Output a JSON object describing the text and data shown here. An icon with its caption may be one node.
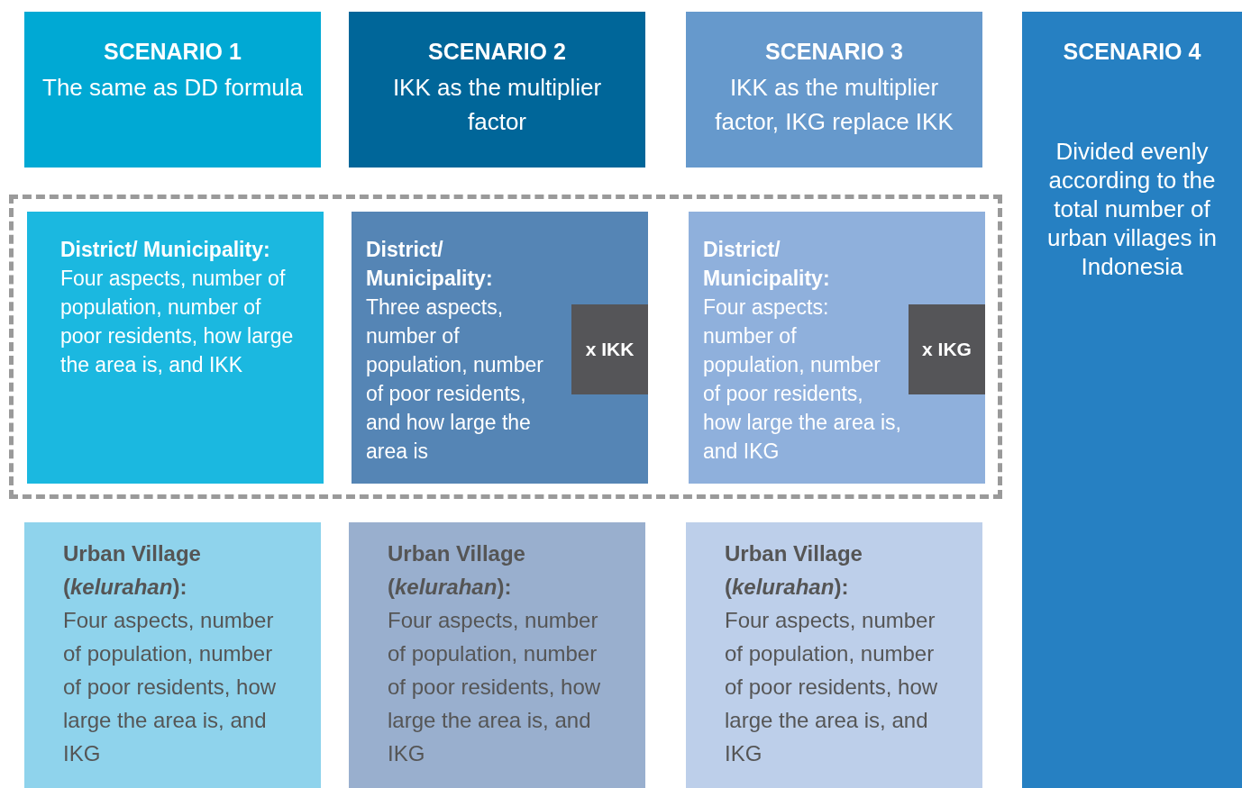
{
  "diagram": {
    "nodes": [
      {
        "text": [
          "SCENARIO 1",
          "The same as DD formula"
        ]
      },
      {
        "text": [
          "SCENARIO 2",
          "IKK as the multiplier factor"
        ]
      },
      {
        "text": [
          "SCENARIO 3",
          "IKK as the multiplier factor, IKG replace IKK"
        ]
      },
      {
        "text": [
          "SCENARIO 4",
          "Divided evenly according to the total number of urban villages in Indonesia"
        ]
      },
      {
        "text": [],
        "shape": "box"
      },
      {
        "text": [
          "District/ Municipality:",
          "Four aspects, number of population, number of poor residents, how large the area is, and IKK"
        ],
        "in": 4
      },
      {
        "text": [
          "District/ Municipality:",
          "Three aspects, number of population, number of poor residents, and how large the area is"
        ],
        "in": 4
      },
      {
        "text": [
          "x IKK"
        ],
        "in": 6
      },
      {
        "text": [
          "District/ Municipality:",
          "Four aspects: number of population, number of poor residents, how large the area is, and IKG"
        ],
        "in": 4
      },
      {
        "text": [
          "x IKG"
        ],
        "in": 8
      },
      {
        "text": [
          "Urban Village (*kelurahan*):",
          "Four aspects, number of population, number of poor residents, how large the area is, and IKG"
        ]
      },
      {
        "text": [
          "Urban Village (*kelurahan*):",
          "Four aspects, number of population, number of poor residents, how large the area is, and IKG"
        ]
      },
      {
        "text": [
          "Urban Village (*kelurahan*):",
          "Four aspects, number of population, number of poor residents, how large the area is, and IKG"
        ]
      }
    ],
    "edges": []
  }
}
